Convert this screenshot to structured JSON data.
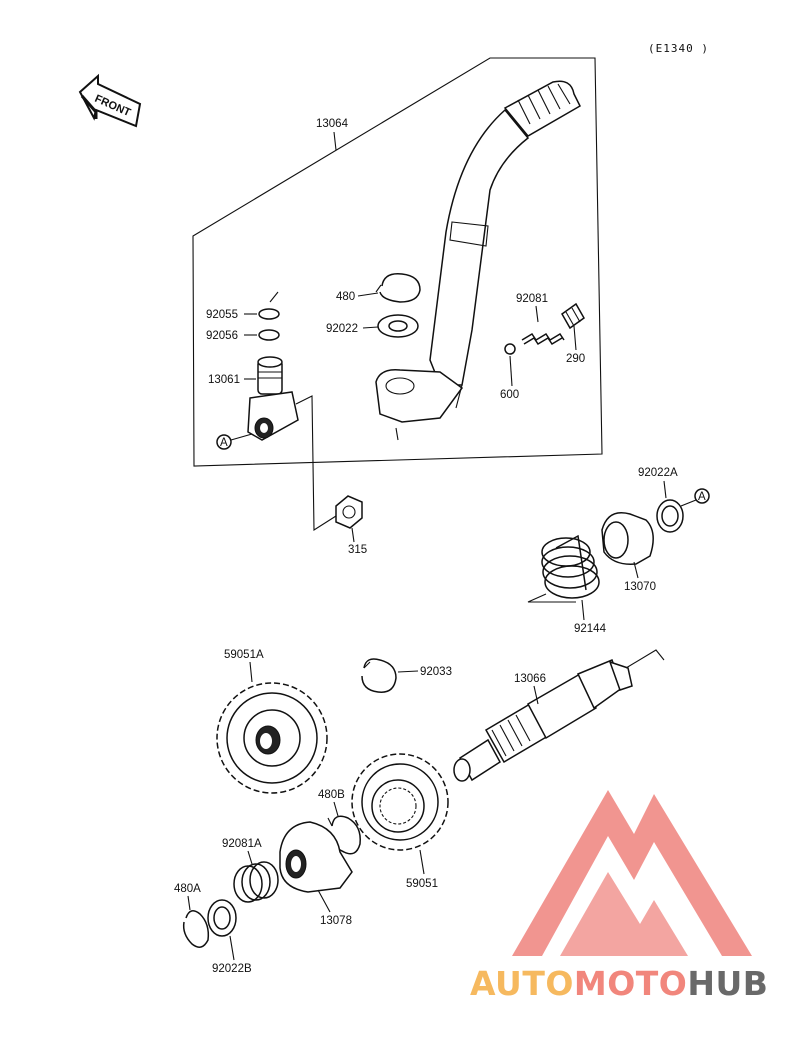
{
  "diagram": {
    "ref_code": "(E1340 )",
    "front_label": "FRONT",
    "circle_marker": "A",
    "parts": {
      "p13064": "13064",
      "p480": "480",
      "p92022": "92022",
      "p92081": "92081",
      "p290": "290",
      "p600": "600",
      "p92055a": "92055",
      "p92055b": "92056",
      "p13061": "13061",
      "p315": "315",
      "p92022A": "92022A",
      "p13070": "13070",
      "p92144": "92144",
      "p59051A": "59051A",
      "p92033": "92033",
      "p13066": "13066",
      "p480B": "480B",
      "p92081A": "92081A",
      "p59051": "59051",
      "p480A": "480A",
      "p13078": "13078",
      "p92022B": "92022B"
    }
  },
  "watermark": {
    "part1": "AUTO",
    "part2": "MOTO",
    "part3": "HUB",
    "colors": {
      "auto": "#f6b24e",
      "moto": "#f0796e",
      "hub": "#595959",
      "triangle": "#f08a85"
    }
  }
}
